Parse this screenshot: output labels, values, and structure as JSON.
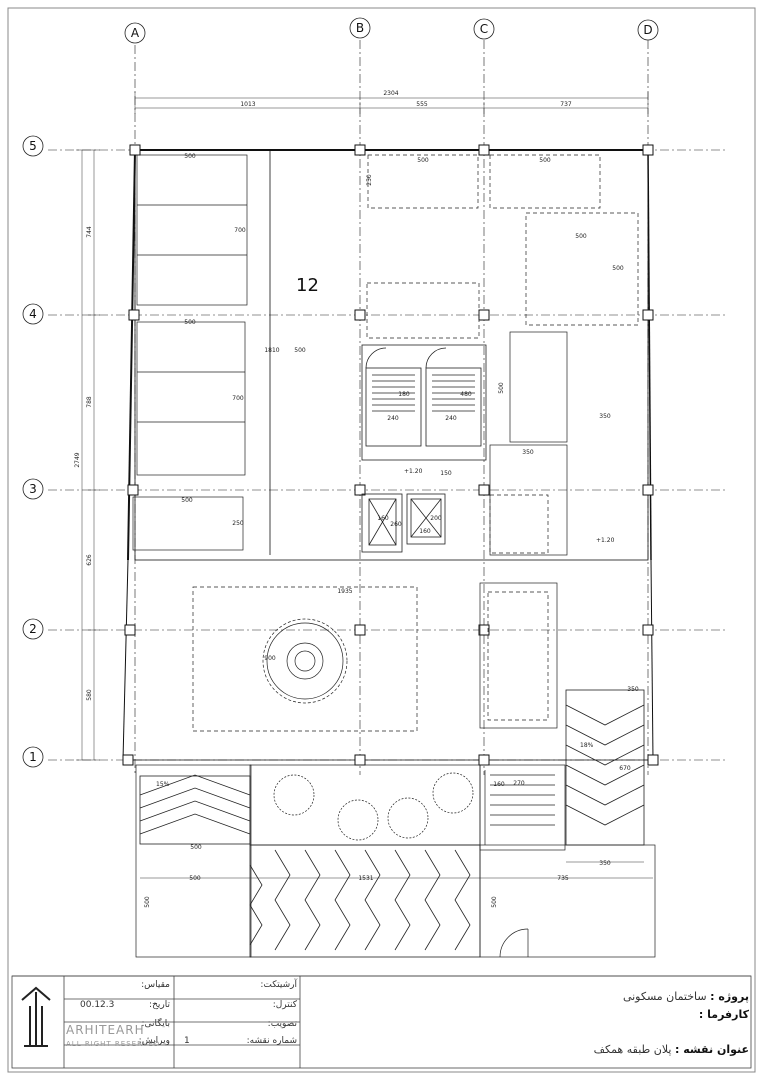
{
  "grid": {
    "columns": [
      "A",
      "B",
      "C",
      "D"
    ],
    "rows": [
      "5",
      "4",
      "3",
      "2",
      "1"
    ]
  },
  "dimensions": {
    "overall_width": "2304",
    "width_ab": "1013",
    "width_bc": "555",
    "width_cd": "737",
    "overall_depth": "2749",
    "depth_54": "744",
    "depth_43": "788",
    "depth_32": "626",
    "depth_21": "580",
    "lot_depth": "1810"
  },
  "plan": {
    "room_number": "12",
    "level_left": "+1.20",
    "level_right": "+1.20",
    "slope_left": "15%",
    "slope_right": "18%",
    "labels": {
      "d500": "500",
      "d700": "700",
      "d250": "250",
      "d350": "350",
      "d1935": "1935",
      "d900": "900",
      "d150": "150",
      "d160": "160",
      "d200": "200",
      "d260": "260",
      "d270": "270",
      "d480": "480",
      "d180": "180",
      "d1531": "1531",
      "d735": "735",
      "d670": "670",
      "d240": "240"
    }
  },
  "title_block": {
    "project_label": "پروژه :",
    "project_value": "ساختمان مسکونی",
    "client_label": "کارفرما :",
    "drawing_title_label": "عنوان نقشه :",
    "drawing_title_value": "پلان طبقه همکف",
    "architect_label": "آرشیتکت:",
    "checked_label": "کنترل:",
    "approved_label": "تصویب:",
    "sheet_number_label": "شماره نقشه:",
    "sheet_number_value": "1",
    "scale_label": "مقیاس:",
    "date_label": "تاریخ:",
    "date_value": "00.12.3",
    "archive_label": "بایگانی:",
    "revision_label": "ویرایش:",
    "brand_name": "ARHITEARH",
    "brand_sub": "ALL RIGHT RESERVED"
  }
}
